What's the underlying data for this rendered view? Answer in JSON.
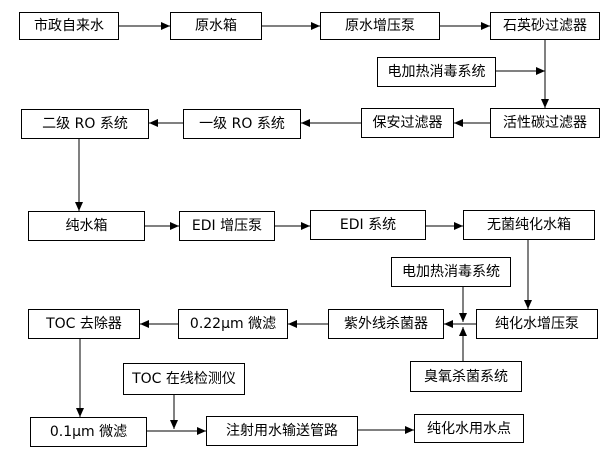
{
  "diagram": {
    "background_color": "#ffffff",
    "line_color": "#000000",
    "text_color": "#000000",
    "nodes": [
      {
        "id": "municipal-tap-water",
        "label": "市政自来水"
      },
      {
        "id": "raw-water-tank",
        "label": "原水箱"
      },
      {
        "id": "raw-water-booster-pump",
        "label": "原水增压泵"
      },
      {
        "id": "quartz-sand-filter",
        "label": "石英砂过滤器"
      },
      {
        "id": "electric-heating-disinfection-system-1",
        "label": "电加热消毒系统"
      },
      {
        "id": "second-stage-ro-system",
        "label": "二级 RO 系统"
      },
      {
        "id": "first-stage-ro-system",
        "label": "一级 RO 系统"
      },
      {
        "id": "security-filter",
        "label": "保安过滤器"
      },
      {
        "id": "activated-carbon-filter",
        "label": "活性碳过滤器"
      },
      {
        "id": "pure-water-tank",
        "label": "纯水箱"
      },
      {
        "id": "edi-booster-pump",
        "label": "EDI 增压泵"
      },
      {
        "id": "edi-system",
        "label": "EDI 系统"
      },
      {
        "id": "sterile-purified-water-tank",
        "label": "无菌纯化水箱"
      },
      {
        "id": "electric-heating-disinfection-system-2",
        "label": "电加热消毒系统"
      },
      {
        "id": "toc-remover",
        "label": "TOC 去除器"
      },
      {
        "id": "microfilter-0-22um",
        "label": "0.22μm 微滤"
      },
      {
        "id": "uv-sterilizer",
        "label": "紫外线杀菌器"
      },
      {
        "id": "purified-water-booster-pump",
        "label": "纯化水增压泵"
      },
      {
        "id": "ozone-sterilization-system",
        "label": "臭氧杀菌系统"
      },
      {
        "id": "toc-online-analyzer",
        "label": "TOC 在线检测仪"
      },
      {
        "id": "microfilter-0-1um",
        "label": "0.1μm 微滤"
      },
      {
        "id": "water-for-injection-pipeline",
        "label": "注射用水输送管路"
      },
      {
        "id": "purified-water-use-point",
        "label": "纯化水用水点"
      }
    ]
  }
}
